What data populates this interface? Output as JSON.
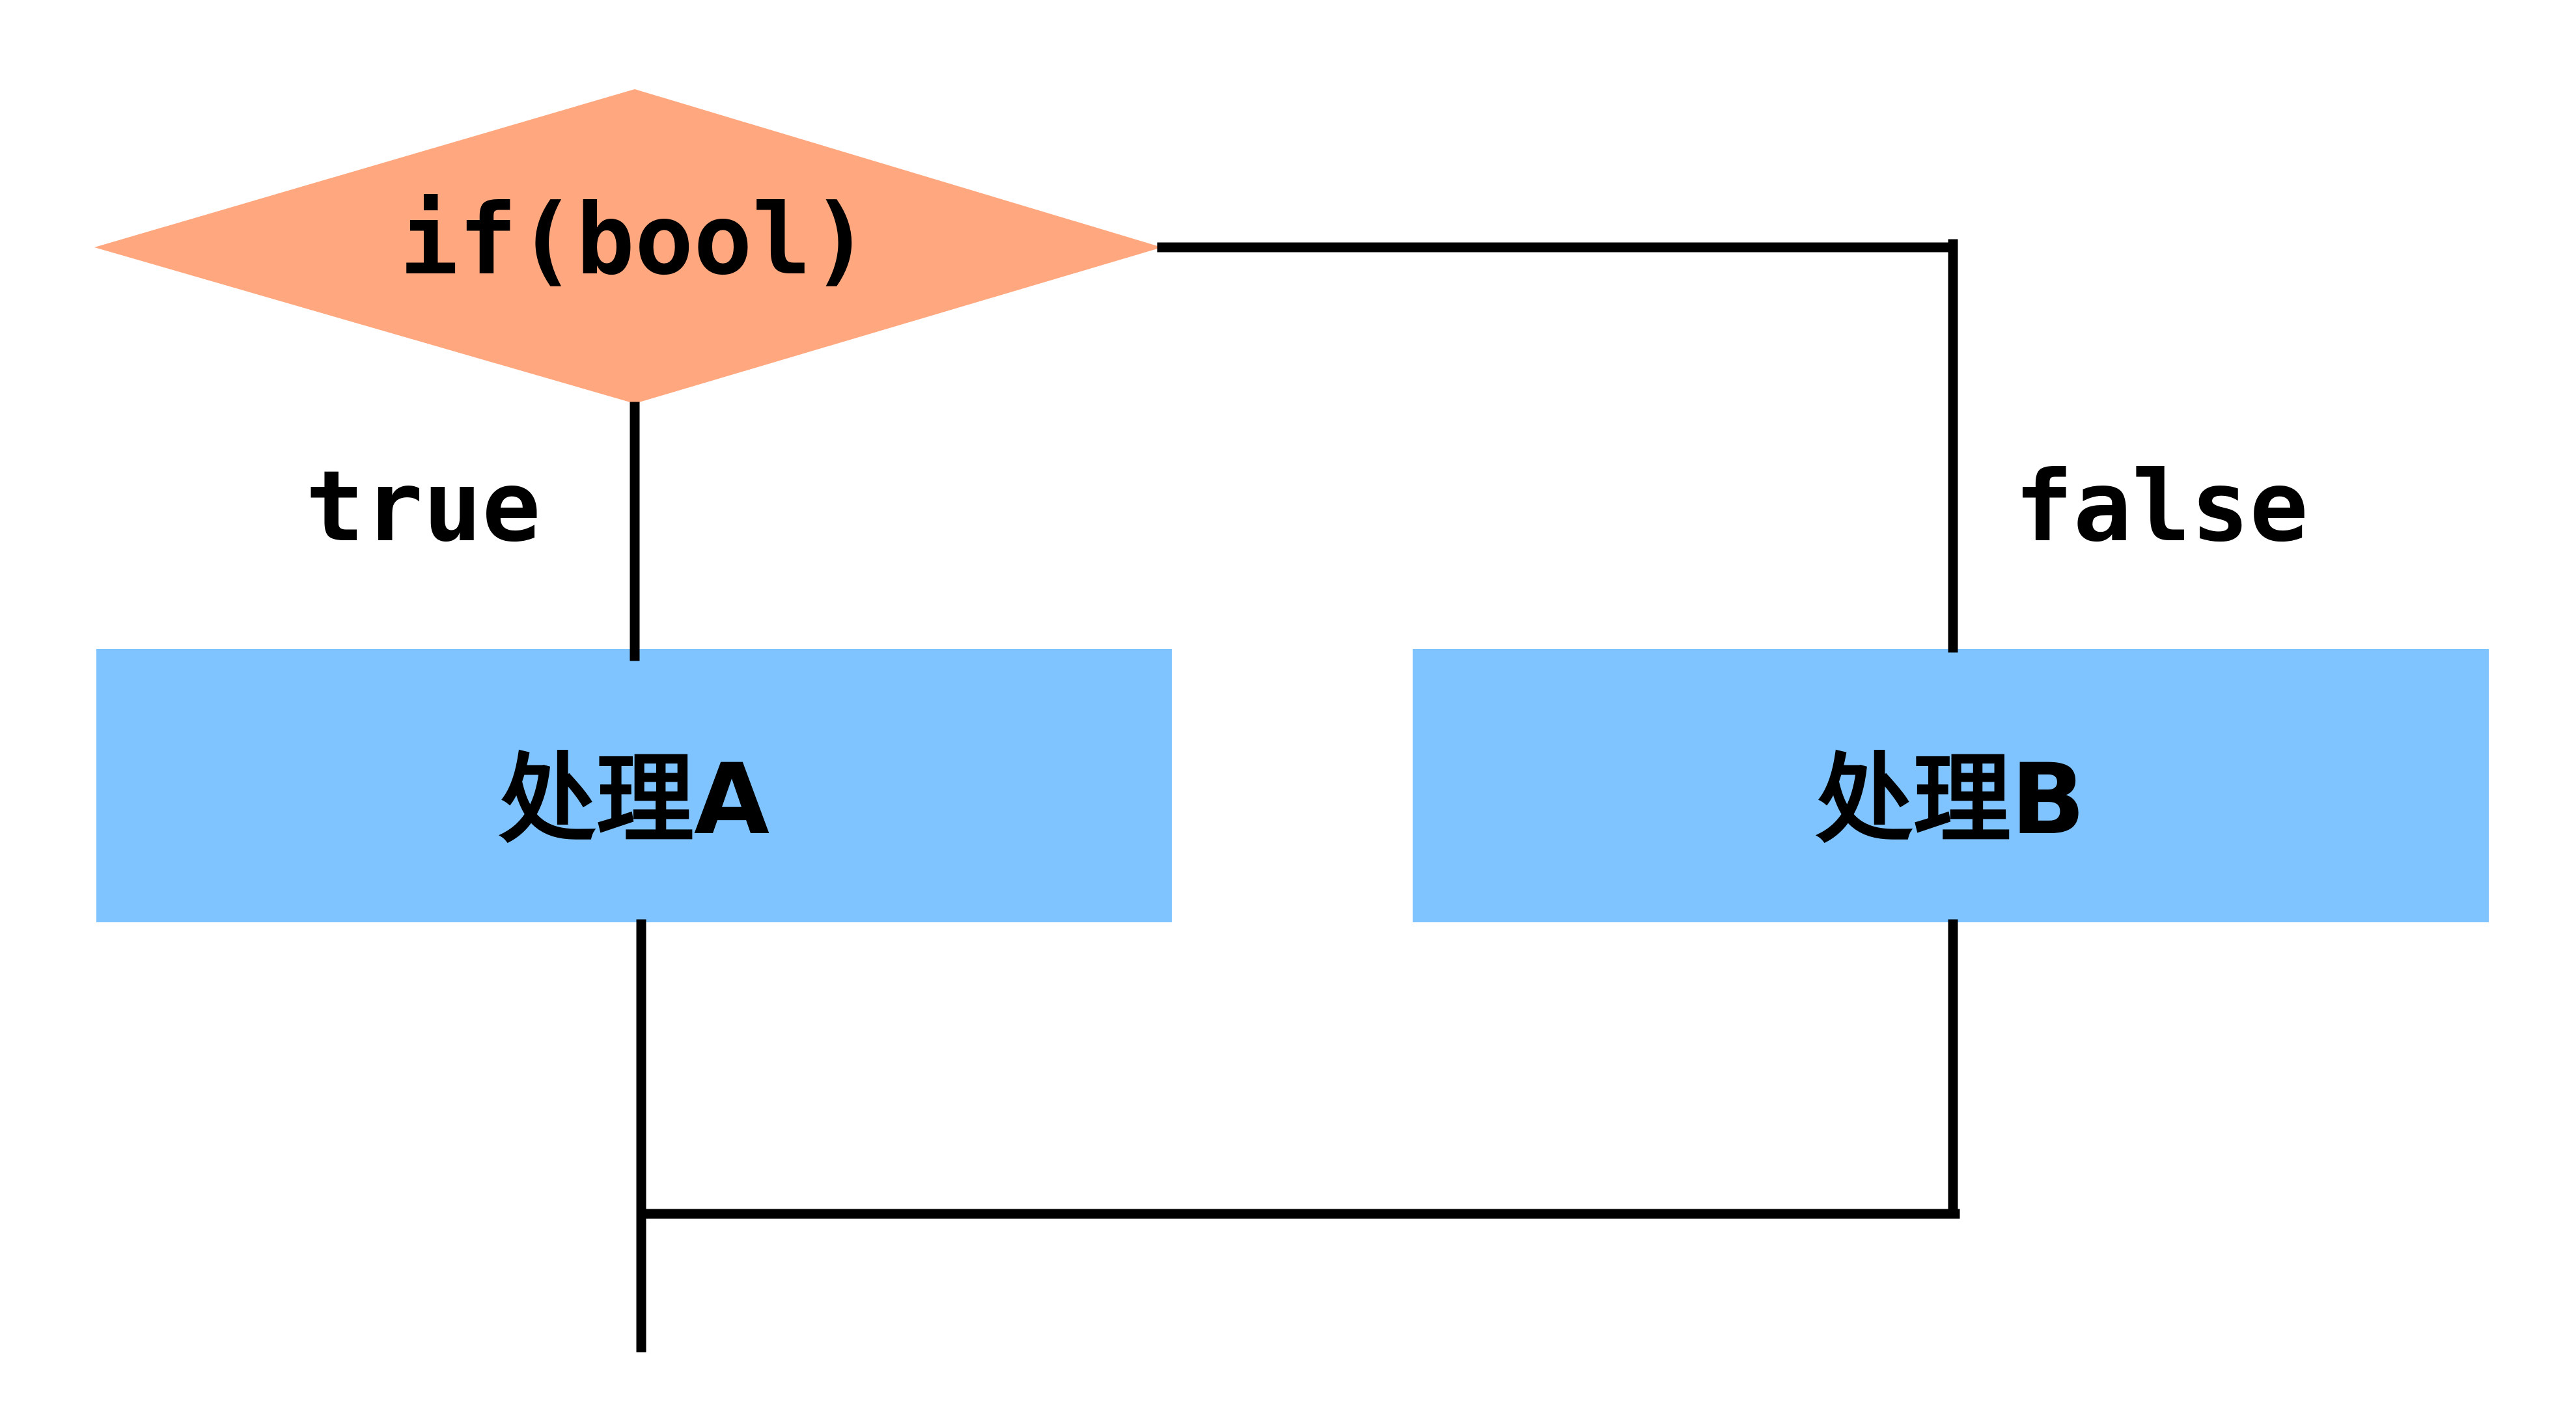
{
  "decision": {
    "label": "if(bool)",
    "fill": "#FFA77F"
  },
  "branches": {
    "true_label": "true",
    "false_label": "false"
  },
  "process_a": {
    "label": "处理A",
    "fill": "#80C4FF"
  },
  "process_b": {
    "label": "处理B",
    "fill": "#80C4FF"
  },
  "line_color": "#000000"
}
